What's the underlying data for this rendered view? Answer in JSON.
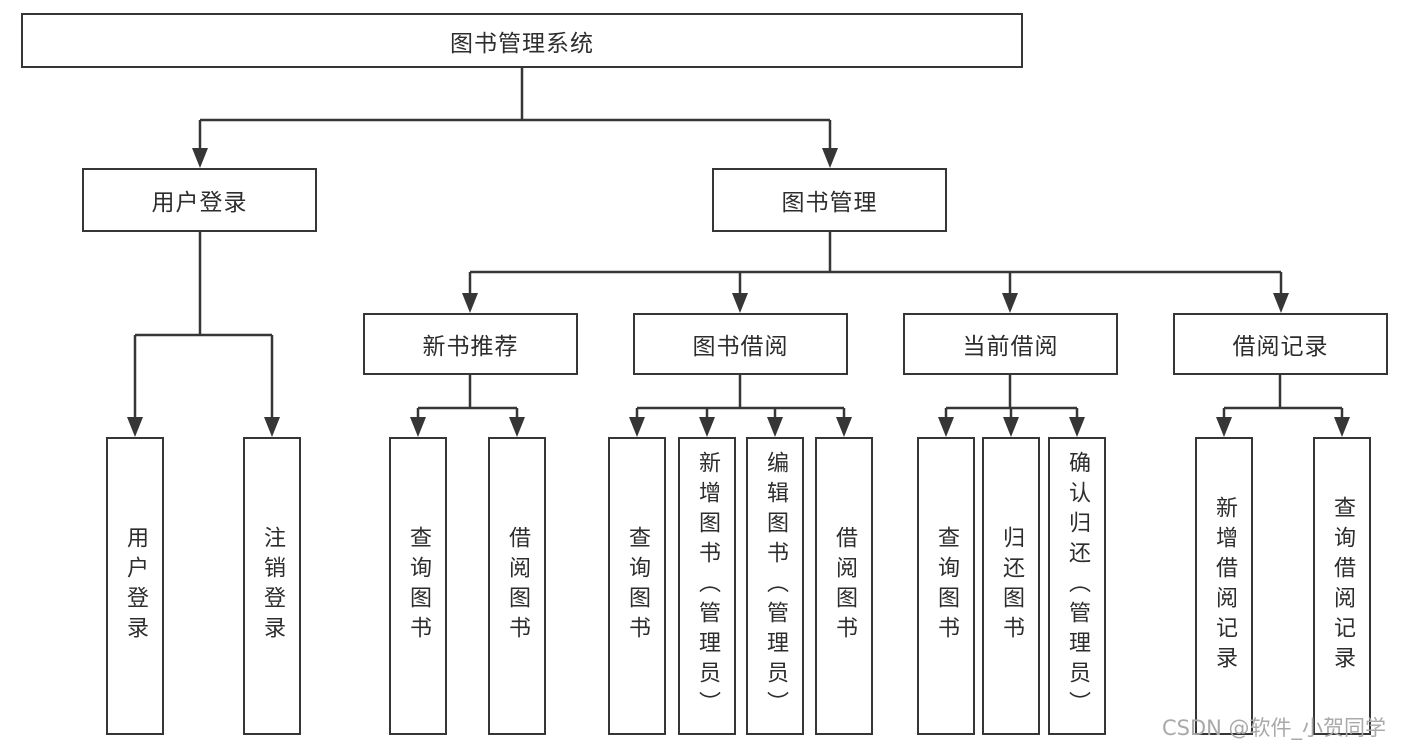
{
  "diagram": {
    "root": {
      "label": "图书管理系统"
    },
    "branches": [
      {
        "label": "用户登录",
        "children": [
          {
            "label": "用户登录"
          },
          {
            "label": "注销登录"
          }
        ]
      },
      {
        "label": "图书管理",
        "children": [
          {
            "label": "新书推荐",
            "children": [
              {
                "label": "查询图书"
              },
              {
                "label": "借阅图书"
              }
            ]
          },
          {
            "label": "图书借阅",
            "children": [
              {
                "label": "查询图书"
              },
              {
                "label": "新增图书（管理员）"
              },
              {
                "label": "编辑图书（管理员）"
              },
              {
                "label": "借阅图书"
              }
            ]
          },
          {
            "label": "当前借阅",
            "children": [
              {
                "label": "查询图书"
              },
              {
                "label": "归还图书"
              },
              {
                "label": "确认归还（管理员）"
              }
            ]
          },
          {
            "label": "借阅记录",
            "children": [
              {
                "label": "新增借阅记录"
              },
              {
                "label": "查询借阅记录"
              }
            ]
          }
        ]
      }
    ]
  },
  "watermark": {
    "text": "CSDN @软件_小贺同学"
  },
  "colors": {
    "line": "#363636",
    "text": "#2d2d2d",
    "watermark": "#a9a9ab",
    "background": "#ffffff"
  }
}
